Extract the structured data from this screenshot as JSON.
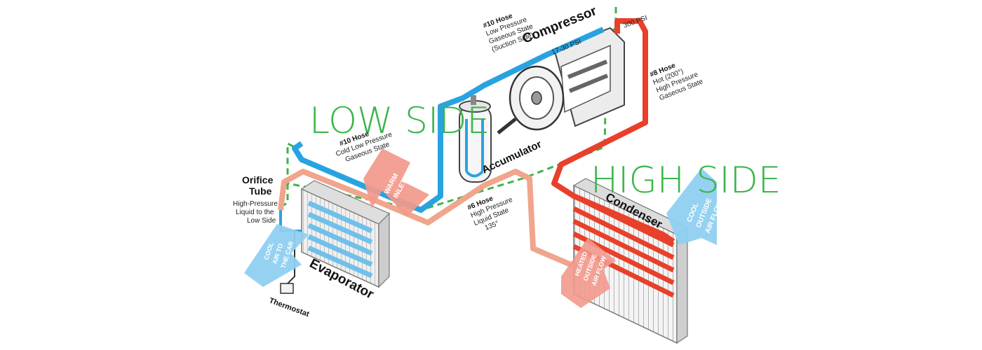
{
  "labels": {
    "low_side": "LOW SIDE",
    "high_side": "HIGH SIDE",
    "compressor": "Compressor",
    "compressor_psi": "17-30 PSI",
    "high_psi": "300 PSI",
    "suction_hose": [
      "#10 Hose",
      "Low Pressure",
      "Gaseous State",
      "(Suction Side)"
    ],
    "hot_hose": [
      "#8 Hose",
      "Hot (200°)",
      "High Pressure",
      "Gaseous State"
    ],
    "cold_hose": [
      "#10 Hose",
      "Cold Low Pressure",
      "Gaseous State"
    ],
    "liquid_hose": [
      "#6 Hose",
      "High Pressure",
      "Liquid State",
      "135°"
    ],
    "accumulator": "Accumulator",
    "condenser": "Condenser",
    "evaporator": "Evaporator",
    "orifice_tube_title": [
      "Orifice",
      "Tube"
    ],
    "orifice_tube_desc": [
      "High-Pressure",
      "Liquid to the",
      "Low Side"
    ],
    "thermostat": "Thermostat",
    "warm_inlet_air": [
      "WARM",
      "INLET AIR"
    ],
    "cool_outside_air": [
      "COOL",
      "OUTSIDE",
      "AIR FLOW"
    ],
    "heated_outside_air": [
      "HEATED",
      "OUTSIDE",
      "AIR FLOW"
    ],
    "cool_air_to_car": [
      "COOL",
      "AIR TO",
      "THE CAR"
    ]
  },
  "colors": {
    "low_pressure_line": "#29a3e0",
    "high_pressure_gas_line": "#e8402a",
    "high_pressure_liquid_line": "#f0a58c",
    "side_label_green": "#3cb54a",
    "cool_arrow": "#8fd0f0",
    "warm_arrow": "#f2998c"
  }
}
